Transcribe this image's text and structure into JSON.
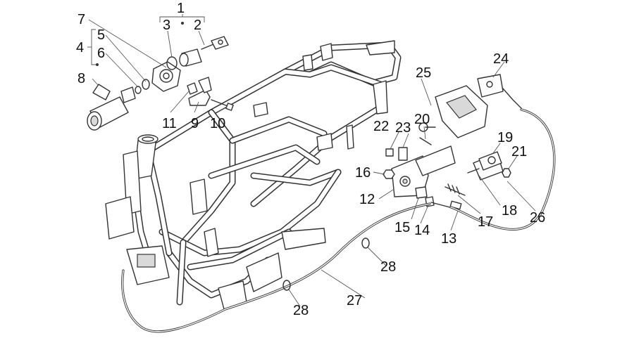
{
  "labels": {
    "l1": "1",
    "l2": "2",
    "l3": "3",
    "l4": "4",
    "l5": "5",
    "l6": "6",
    "l7": "7",
    "l8": "8",
    "l9": "9",
    "l10": "10",
    "l11": "11",
    "l12": "12",
    "l13": "13",
    "l14": "14",
    "l15": "15",
    "l16": "16",
    "l17": "17",
    "l18": "18",
    "l19": "19",
    "l20": "20",
    "l21": "21",
    "l22": "22",
    "l23": "23",
    "l24": "24",
    "l25": "25",
    "l26": "26",
    "l27": "27",
    "l28a": "28",
    "l28b": "28"
  }
}
